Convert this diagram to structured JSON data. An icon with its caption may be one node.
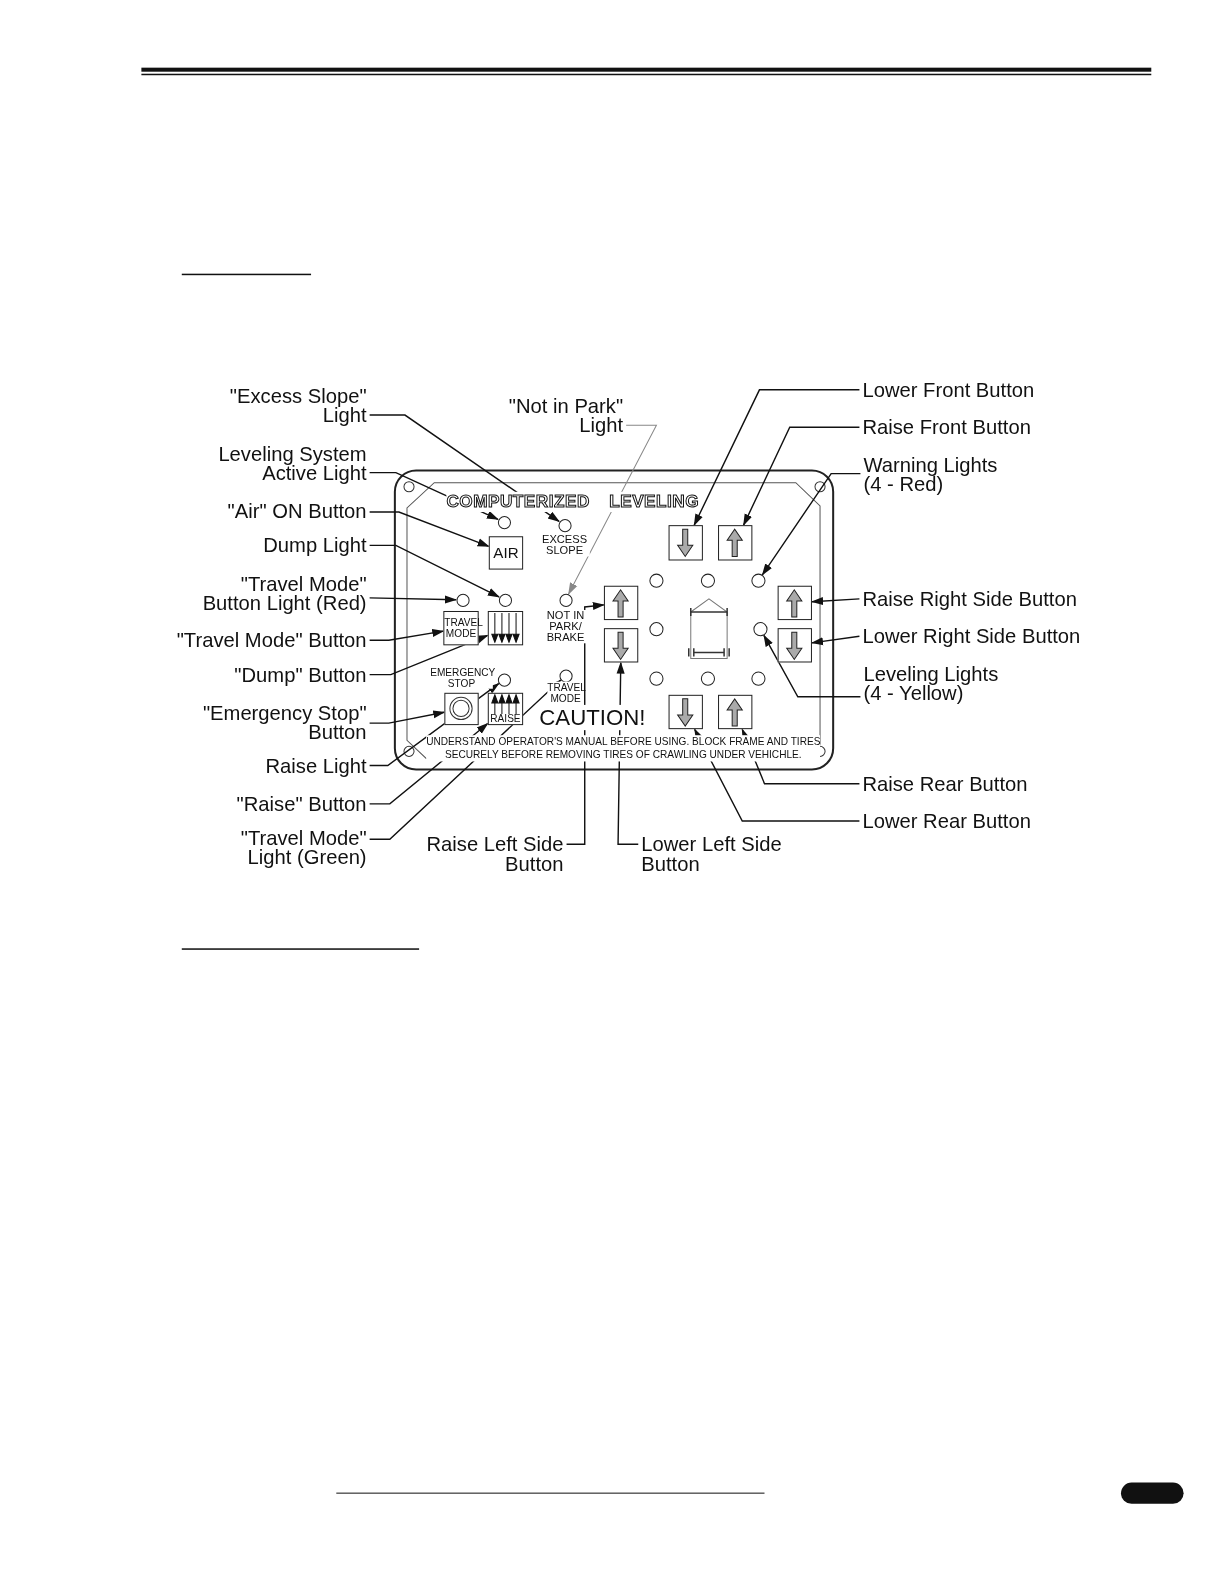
{
  "diagram": {
    "nodes": [
      {
        "text": [
          "COMPUTERIZED LEVELING",
          "CAUTION!",
          "UNDERSTAND OPERATOR'S MANUAL BEFORE USING. BLOCK FRAME AND TIRES SECURELY BEFORE REMOVING TIRES OF CRAWLING UNDER VEHICHLE."
        ]
      },
      {
        "text": [
          "\"Excess Slope\" Light"
        ]
      },
      {
        "text": [
          "Leveling System Active Light"
        ]
      },
      {
        "text": [
          "\"Air\" ON Button"
        ]
      },
      {
        "text": [
          "Dump Light"
        ]
      },
      {
        "text": [
          "\"Travel Mode\" Button Light (Red)"
        ]
      },
      {
        "text": [
          "\"Travel Mode\" Button"
        ]
      },
      {
        "text": [
          "\"Dump\" Button"
        ]
      },
      {
        "text": [
          "\"Emergency Stop\" Button"
        ]
      },
      {
        "text": [
          "Raise Light"
        ]
      },
      {
        "text": [
          "\"Raise\" Button"
        ]
      },
      {
        "text": [
          "\"Travel Mode\" Light (Green)"
        ]
      },
      {
        "text": [
          "Raise Left Side Button"
        ]
      },
      {
        "text": [
          "Lower Left Side Button"
        ]
      },
      {
        "text": [
          "\"Not in Park\" Light"
        ]
      },
      {
        "text": [
          "Lower Front Button"
        ]
      },
      {
        "text": [
          "Raise Front Button"
        ]
      },
      {
        "text": [
          "Warning Lights (4 - Red)"
        ]
      },
      {
        "text": [
          "Raise Right Side Button"
        ]
      },
      {
        "text": [
          "Lower Right Side Button"
        ]
      },
      {
        "text": [
          "Leveling Lights (4 - Yellow)"
        ]
      },
      {
        "text": [
          "Raise Rear Button"
        ]
      },
      {
        "text": [
          "Lower Rear Button"
        ]
      },
      {
        "text": [],
        "shape": "circle",
        "in": 0
      },
      {
        "text": [],
        "shape": "circle",
        "in": 0,
        "beside": [
          "EXCESS SLOPE"
        ]
      },
      {
        "text": [
          "AIR"
        ],
        "in": 0
      },
      {
        "text": [],
        "shape": "circle",
        "in": 0
      },
      {
        "text": [],
        "shape": "circle",
        "in": 0
      },
      {
        "text": [],
        "shape": "circle",
        "in": 0,
        "beside": [
          "NOT IN PARK/ BRAKE"
        ]
      },
      {
        "text": [
          "TRAVEL MODE"
        ],
        "in": 0
      },
      {
        "text": [],
        "shape": "box",
        "in": 0
      },
      {
        "text": [],
        "shape": "circle",
        "in": 0
      },
      {
        "text": [],
        "shape": "circle",
        "in": 0,
        "beside": [
          "TRAVEL MODE"
        ]
      },
      {
        "text": [],
        "shape": "box",
        "in": 0,
        "beside": [
          "EMERGENCY STOP"
        ]
      },
      {
        "text": [
          "RAISE"
        ],
        "in": 0
      },
      {
        "text": [],
        "shape": "box",
        "in": 0
      },
      {
        "text": [],
        "shape": "box",
        "in": 0
      },
      {
        "text": [],
        "shape": "box",
        "in": 0
      },
      {
        "text": [],
        "shape": "box",
        "in": 0
      },
      {
        "text": [],
        "shape": "box",
        "in": 0
      },
      {
        "text": [],
        "shape": "box",
        "in": 0
      },
      {
        "text": [],
        "shape": "box",
        "in": 0
      },
      {
        "text": [],
        "shape": "box",
        "in": 0
      },
      {
        "text": [],
        "shape": "circle",
        "in": 0
      },
      {
        "text": [],
        "shape": "circle",
        "in": 0
      },
      {
        "text": [],
        "shape": "circle",
        "in": 0
      },
      {
        "text": [],
        "shape": "circle",
        "in": 0
      },
      {
        "text": [],
        "shape": "circle",
        "in": 0
      },
      {
        "text": [],
        "shape": "circle",
        "in": 0
      },
      {
        "text": [],
        "shape": "circle",
        "in": 0
      },
      {
        "text": [],
        "shape": "circle",
        "in": 0
      }
    ],
    "edges": [
      {
        "from": 1,
        "to": 24,
        "arrow": "to"
      },
      {
        "from": 2,
        "to": 23,
        "arrow": "to"
      },
      {
        "from": 3,
        "to": 25,
        "arrow": "to"
      },
      {
        "from": 4,
        "to": 27,
        "arrow": "to"
      },
      {
        "from": 5,
        "to": 26,
        "arrow": "to"
      },
      {
        "from": 6,
        "to": 29,
        "arrow": "to"
      },
      {
        "from": 7,
        "to": 30,
        "arrow": "to"
      },
      {
        "from": 8,
        "to": 33,
        "arrow": "to"
      },
      {
        "from": 9,
        "to": 31,
        "arrow": "to"
      },
      {
        "from": 10,
        "to": 34,
        "arrow": "to"
      },
      {
        "from": 11,
        "to": 32,
        "arrow": "to"
      },
      {
        "from": 12,
        "to": 37,
        "arrow": "to"
      },
      {
        "from": 13,
        "to": 38,
        "arrow": "to"
      },
      {
        "from": 14,
        "to": 28,
        "arrow": "to",
        "color": "#888888"
      },
      {
        "from": 15,
        "to": 35,
        "arrow": "to"
      },
      {
        "from": 16,
        "to": 36,
        "arrow": "to"
      },
      {
        "from": 17,
        "to": 45,
        "arrow": "to"
      },
      {
        "from": 18,
        "to": 39,
        "arrow": "to"
      },
      {
        "from": 19,
        "to": 40,
        "arrow": "to"
      },
      {
        "from": 20,
        "to": 47,
        "arrow": "to"
      },
      {
        "from": 21,
        "to": 42,
        "arrow": "to"
      },
      {
        "from": 22,
        "to": 41,
        "arrow": "to"
      }
    ]
  }
}
